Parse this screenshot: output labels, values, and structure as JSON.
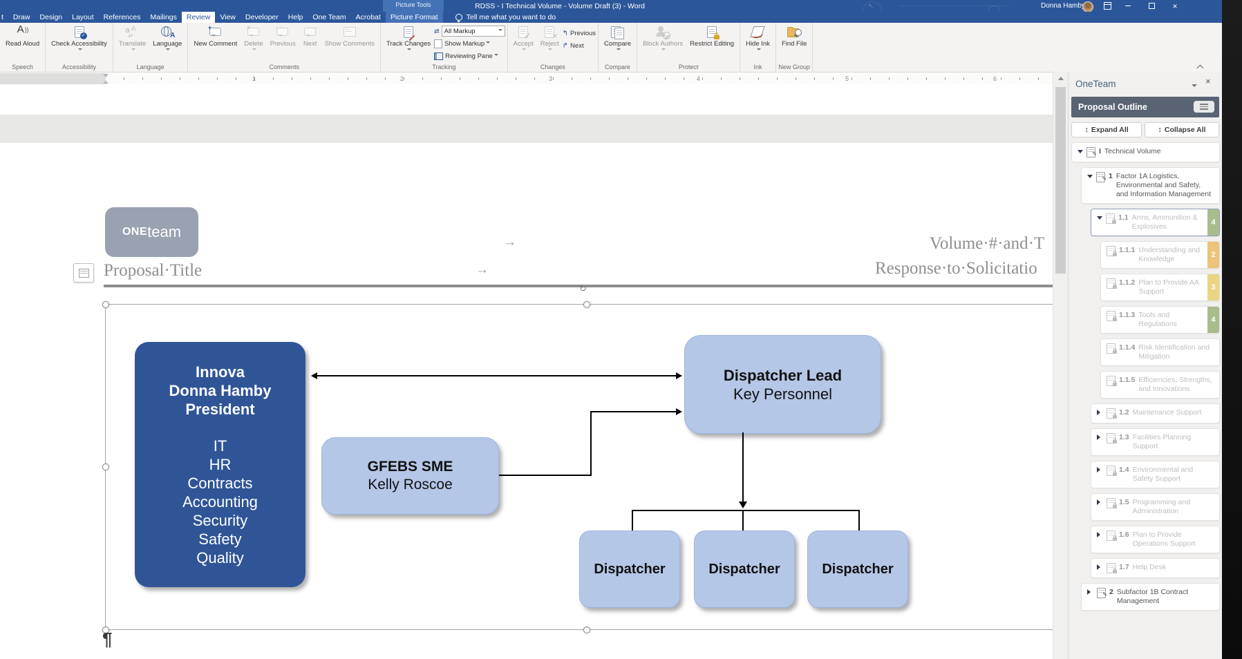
{
  "window": {
    "title": "RDSS - I Technical Volume - Volume Draft (3)  -  Word",
    "user_name": "Donna Hamby",
    "contextual_group": "Picture Tools",
    "tell_me": "Tell me what you want to do"
  },
  "tabs": {
    "leading_partial": "t",
    "items": [
      "Draw",
      "Design",
      "Layout",
      "References",
      "Mailings",
      "Review",
      "View",
      "Developer",
      "Help",
      "One Team",
      "Acrobat"
    ],
    "active": "Review",
    "contextual": "Picture Format"
  },
  "ribbon": {
    "speech": {
      "label": "Speech",
      "read_aloud": "Read Aloud"
    },
    "accessibility": {
      "label": "Accessibility",
      "check_accessibility": "Check Accessibility"
    },
    "language": {
      "label": "Language",
      "translate": "Translate",
      "language": "Language"
    },
    "comments": {
      "label": "Comments",
      "new_comment": "New Comment",
      "delete": "Delete",
      "previous": "Previous",
      "next": "Next",
      "show_comments": "Show Comments"
    },
    "tracking": {
      "label": "Tracking",
      "track_changes": "Track Changes",
      "all_markup": "All Markup",
      "show_markup": "Show Markup",
      "reviewing_pane": "Reviewing Pane"
    },
    "changes": {
      "label": "Changes",
      "accept": "Accept",
      "reject": "Reject",
      "previous": "Previous",
      "next": "Next"
    },
    "compare": {
      "label": "Compare",
      "compare": "Compare"
    },
    "protect": {
      "label": "Protect",
      "block_authors": "Block Authors",
      "restrict_editing": "Restrict Editing"
    },
    "ink": {
      "label": "Ink",
      "hide_ink": "Hide Ink"
    },
    "new_group": {
      "label": "New Group",
      "find_file": "Find File"
    }
  },
  "ruler": {
    "numbers": [
      "1",
      "2",
      "3",
      "4",
      "5",
      "6"
    ]
  },
  "document": {
    "logo": {
      "one": "ONE",
      "team": "team"
    },
    "header_left": "Proposal·Title",
    "header_right_line1": "Volume·#·and·T",
    "header_right_line2": "Response·to·Solicitatio",
    "tab_marks": [
      "→",
      "→"
    ],
    "paragraph_mark": "¶",
    "org_chart": {
      "colors": {
        "dark_blue": "#2F5597",
        "light_blue": "#B4C7E7"
      },
      "president_box": {
        "title_lines": [
          "Innova",
          "Donna Hamby",
          "President"
        ],
        "dept_lines": [
          "IT",
          "HR",
          "Contracts",
          "Accounting",
          "Security",
          "Safety",
          "Quality"
        ]
      },
      "gfebs_box": {
        "line1": "GFEBS SME",
        "line2": "Kelly Roscoe"
      },
      "lead_box": {
        "line1": "Dispatcher Lead",
        "line2": "Key Personnel"
      },
      "dispatchers": [
        "Dispatcher",
        "Dispatcher",
        "Dispatcher"
      ]
    }
  },
  "panel": {
    "app_title": "OneTeam",
    "header": "Proposal Outline",
    "expand_all": "Expand All",
    "collapse_all": "Collapse All",
    "badge_colors": {
      "green": "#A9BC8E",
      "orange": "#EDC37B",
      "yellow": "#E9D584"
    },
    "items": [
      {
        "num": "I",
        "label": "Technical Volume"
      },
      {
        "num": "1",
        "label": "Factor 1A Logistics, Environmental and Safety, and Information Management"
      },
      {
        "num": "1.1",
        "label": "Arms, Ammunition & Explosives",
        "badge": "4"
      },
      {
        "num": "1.1.1",
        "label": "Understanding and Knowledge",
        "badge": "2"
      },
      {
        "num": "1.1.2",
        "label": "Plan to Provide AA Support",
        "badge": "3"
      },
      {
        "num": "1.1.3",
        "label": "Tools and Regulations",
        "badge": "4"
      },
      {
        "num": "1.1.4",
        "label": "Risk Identification and Mitigation"
      },
      {
        "num": "1.1.5",
        "label": "Efficiencies, Strengths, and Innovations"
      },
      {
        "num": "1.2",
        "label": "Maintenance Support"
      },
      {
        "num": "1.3",
        "label": "Facilities Planning Support"
      },
      {
        "num": "1.4",
        "label": "Environmental and Safety Support"
      },
      {
        "num": "1.5",
        "label": "Programming and Administration"
      },
      {
        "num": "1.6",
        "label": "Plan to Provide Operations Support"
      },
      {
        "num": "1.7",
        "label": "Help Desk"
      },
      {
        "num": "2",
        "label": "Subfactor 1B Contract Management"
      }
    ]
  }
}
